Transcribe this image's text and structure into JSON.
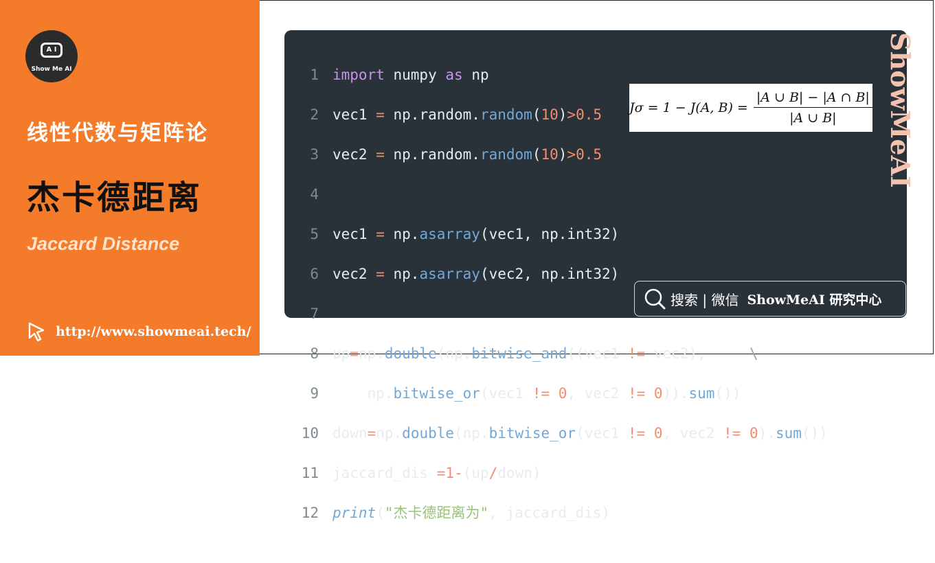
{
  "logo": {
    "mark": "A I",
    "brand": "Show Me AI",
    "icon": "robot-face-icon"
  },
  "sidebar": {
    "subject": "线性代数与矩阵论",
    "title": "杰卡德距离",
    "title_en": "Jaccard Distance",
    "url": "http://www.showmeai.tech/",
    "cursor_icon": "pointer-cursor-icon"
  },
  "code": {
    "line_numbers": [
      "1",
      "2",
      "3",
      "4",
      "5",
      "6",
      "7",
      "8",
      "9",
      "10",
      "11",
      "12"
    ],
    "lines": [
      "import numpy as np",
      "vec1 = np.random.random(10)>0.5",
      "vec2 = np.random.random(10)>0.5",
      "",
      "vec1 = np.asarray(vec1, np.int32)",
      "vec2 = np.asarray(vec2, np.int32)",
      "",
      "up=np.double(np.bitwise_and((vec1 != vec2),     \\",
      "    np.bitwise_or(vec1 != 0, vec2 != 0)).sum())",
      "down=np.double(np.bitwise_or(vec1 != 0, vec2 != 0).sum())",
      "jaccard_dis =1-(up/down)",
      "print(\"杰卡德距离为\", jaccard_dis)"
    ]
  },
  "formula": {
    "lhs": "Jσ = 1 − J(A, B) =",
    "numerator": "|A ∪ B| − |A ∩ B|",
    "denominator": "|A ∪ B|"
  },
  "watermark": "ShowMeAI",
  "search": {
    "label": "搜索 | 微信",
    "brand": "ShowMeAI 研究中心",
    "icon": "search-icon"
  },
  "colors": {
    "accent": "#f47b2a",
    "code_bg": "#283238"
  }
}
